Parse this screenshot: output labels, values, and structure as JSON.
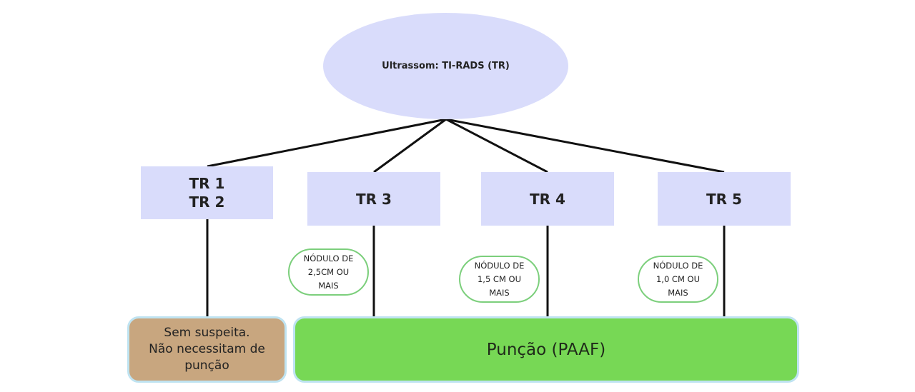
{
  "root": {
    "label": "Ultrassom: TI-RADS (TR)"
  },
  "categories": {
    "tr12": {
      "line1": "TR 1",
      "line2": "TR 2"
    },
    "tr3": {
      "label": "TR 3"
    },
    "tr4": {
      "label": "TR 4"
    },
    "tr5": {
      "label": "TR 5"
    }
  },
  "criteria": {
    "tr3": {
      "line1": "NÓDULO DE",
      "line2": "2,5CM OU",
      "line3": "MAIS"
    },
    "tr4": {
      "line1": "NÓDULO DE",
      "line2": "1,5 CM OU",
      "line3": "MAIS"
    },
    "tr5": {
      "line1": "NÓDULO DE",
      "line2": "1,0 CM OU",
      "line3": "MAIS"
    }
  },
  "outcomes": {
    "no_suspicion": {
      "line1": "Sem suspeita.",
      "line2": "Não necessitam de",
      "line3": "punção"
    },
    "puncture": {
      "label": "Punção (PAAF)"
    }
  },
  "colors": {
    "node_fill": "#d9dcfb",
    "criteria_border": "#7ccf7c",
    "no_suspicion_fill": "#c8a67f",
    "puncture_fill": "#77d855",
    "outcome_border": "#bfe3f1"
  }
}
